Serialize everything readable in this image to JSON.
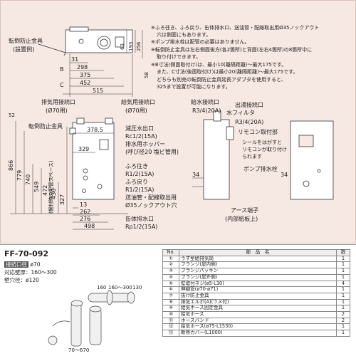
{
  "notes": [
    "※ふろ往き、ふろ戻り、缶体排水口、送油管・配線取出用Ø35ノックアウト",
    "穴は側面にもあります。",
    "※ポンプ排水栓は配管の必要はありません。",
    "※転倒防止金具は左右側面後方(各2箇所)と背面(左右4箇所)の8箇所中に",
    "取り付けできます。",
    "※B寸法(側面取付け)は、最小10(離隔距離)〜最大175です。",
    "また、C寸法(後面取付け)は最小20(離隔距離)〜最大175です。",
    "どちらも別売の転倒防止金具延長アダプタを使用すると、",
    "325まで設置が可能になります。"
  ],
  "top_view": {
    "label1": "転倒防止金具",
    "label2": "(設置例)",
    "dims": [
      "31",
      "298",
      "375",
      "452",
      "515",
      "63",
      "193",
      "256",
      "58",
      "B",
      "C"
    ]
  },
  "front_view": {
    "labels": {
      "exhaust": "排気用接続口",
      "exhaust_size": "(Ø70用)",
      "intake": "給気用接続口",
      "intake_size": "(Ø70用)",
      "antitip": "転倒防止金具",
      "relief": "減圧水出口",
      "relief_size": "Rc1/2(15A)",
      "hose": "排水用ホッパー",
      "hose_size": "(呼び径20 塩ビ管用)",
      "supply": "ふろ往き",
      "supply_size": "R1/2(15A)",
      "return": "ふろ戻り",
      "return_size": "R1/2(15A)",
      "knockout": "送油管・配線取出用",
      "knockout_size": "Ø35ノックアウト穴",
      "drain": "缶体排水口",
      "drain_size": "Rp1/2(15A)",
      "installation_gap": "(据付時の配管スペース)"
    },
    "dims": [
      "52",
      "378.5",
      "329",
      "866",
      "779",
      "740",
      "549",
      "472",
      "436",
      "327",
      "13",
      "262",
      "276",
      "498"
    ]
  },
  "side_view": {
    "labels": {
      "water_inlet": "給水接続口",
      "water_inlet_size": "R3/4(20A)",
      "water_filter": "水フィルタ",
      "hot_outlet": "出湯接続口",
      "hot_outlet_size": "R3/4(20A)",
      "remote": "リモコン取付部",
      "seal": "シールをはがすと",
      "seal2": "リモコンが取り付け",
      "seal3": "られます",
      "pump_drain": "ポンプ排水栓",
      "earth": "アース端子",
      "earth2": "(内部紙板上)"
    },
    "dims": [
      "34",
      "34"
    ]
  },
  "model": {
    "code": "FF-70-092",
    "connection_label": "接続口径",
    "connection_value": "ø70",
    "wall_label": "対応壁厚：",
    "wall_value": "160〜300",
    "hole_label": "壁穴径：",
    "hole_value": "ø120"
  },
  "kit_labels": [
    "160",
    "160〜300",
    "130",
    "70〜670"
  ],
  "parts_table": {
    "headers": [
      "No.",
      "部　品　名",
      "数"
    ],
    "rows": [
      [
        "①",
        "うず型給排気筒",
        "1"
      ],
      [
        "②",
        "フランジ(屋内側)",
        "1"
      ],
      [
        "③",
        "フランジパッキン",
        "1"
      ],
      [
        "④",
        "フランジ(屋外側)",
        "1"
      ],
      [
        "⑤",
        "壁取付ネジ(ø5-L30)",
        "4"
      ],
      [
        "⑥",
        "伸縮管(ø70-ø71)",
        "1"
      ],
      [
        "⑦",
        "抜け防止金具",
        "1"
      ],
      [
        "⑧",
        "排気エルボ(A)(ツメ付)",
        "1"
      ],
      [
        "⑨",
        "給気ホース固定金具",
        "1"
      ],
      [
        "⑩",
        "給気ホース",
        "2"
      ],
      [
        "⑪",
        "ホースバンド",
        "2"
      ],
      [
        "⑫",
        "給気ホース(ø75-L1530)",
        "1"
      ],
      [
        "⑬",
        "断熱カバー(L1000)",
        "1"
      ]
    ]
  }
}
